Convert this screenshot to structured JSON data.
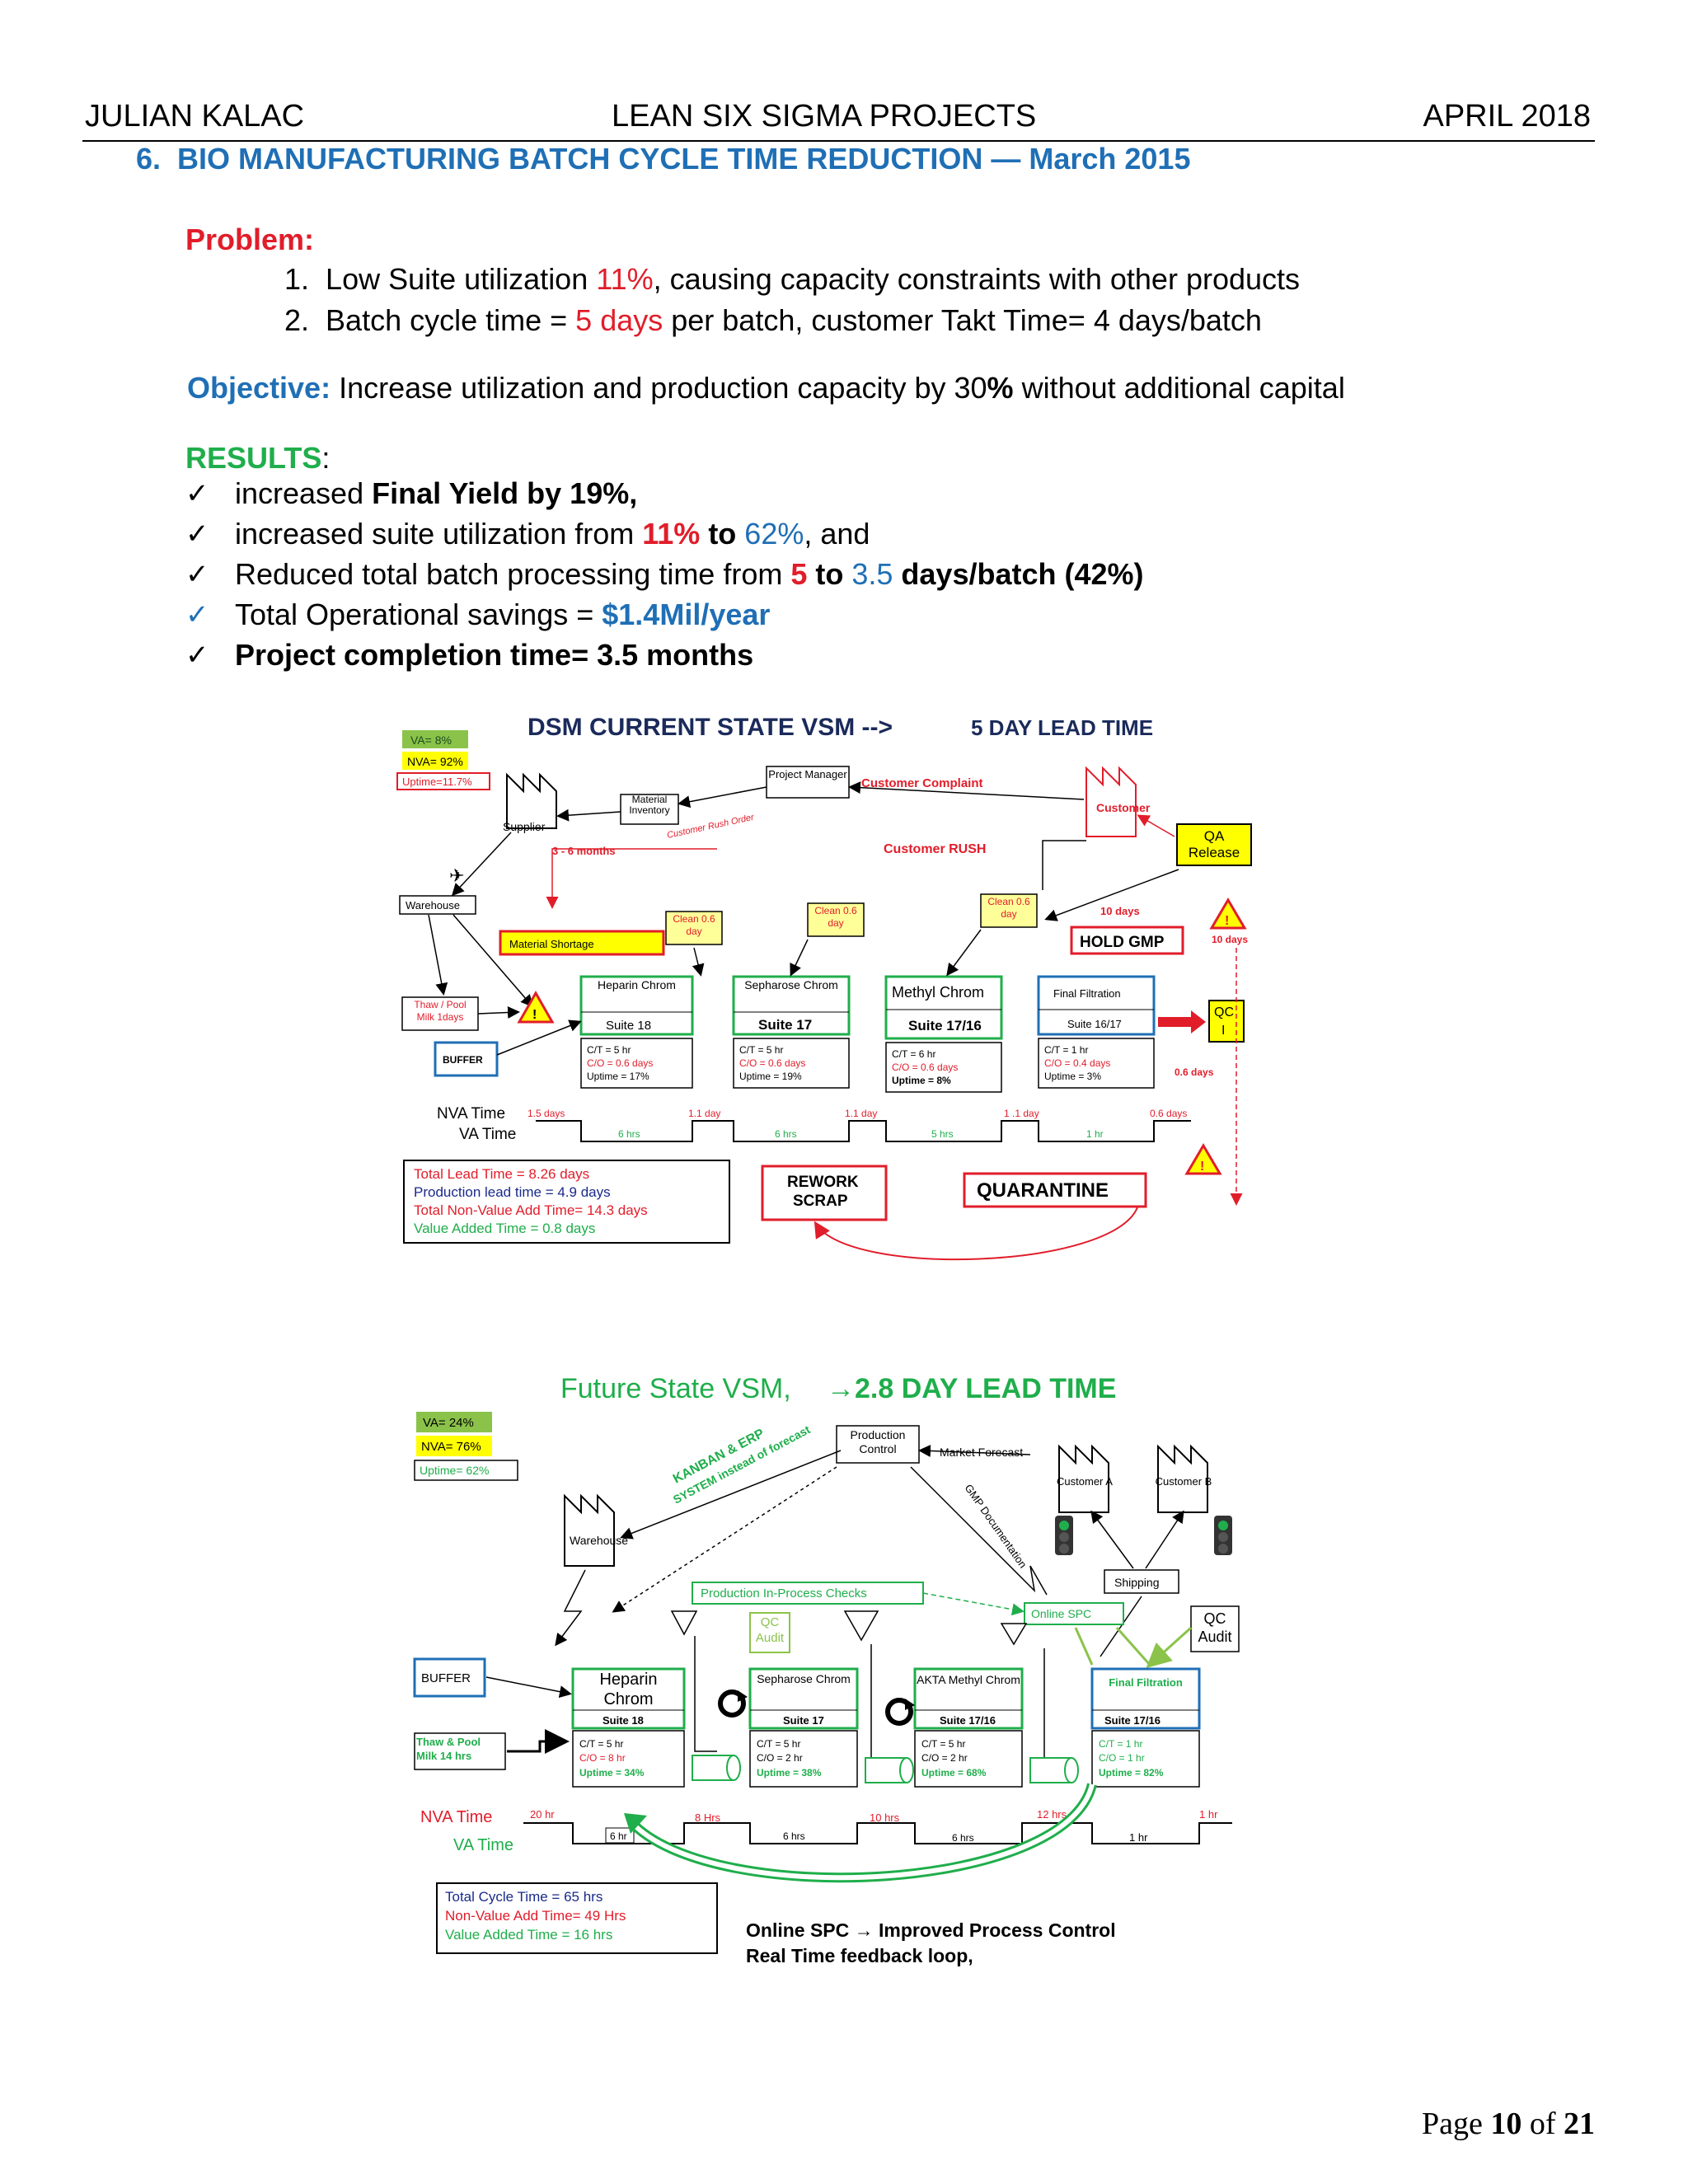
{
  "header": {
    "author": "JULIAN KALAC",
    "title": "LEAN SIX SIGMA PROJECTS",
    "date": "APRIL 2018"
  },
  "section": {
    "number": "6.",
    "title": "BIO MANUFACTURING BATCH CYCLE TIME  REDUCTION — March 2015"
  },
  "problem": {
    "label": "Problem:",
    "items": [
      {
        "num": "1.",
        "pre": "Low Suite utilization ",
        "hl": "11%",
        "post": ", causing capacity constraints with other products"
      },
      {
        "num": "2.",
        "pre": "Batch cycle time = ",
        "hl": "5 days",
        "post": " per batch, customer Takt Time=  4 days/batch"
      }
    ]
  },
  "objective": {
    "label": "Objective:",
    "pre": " Increase utilization and production capacity by 30",
    "pct": "%",
    "post": " without additional capital"
  },
  "results": {
    "label": "RESULTS",
    "colon": ":",
    "check": "✓",
    "r1": {
      "pre": "increased ",
      "bold": "Final Yield by 19%,"
    },
    "r2": {
      "pre": "increased suite utilization from ",
      "a": "11%",
      "mid": " to ",
      "b": "62%",
      "post": ", and"
    },
    "r3": {
      "pre": "Reduced total batch processing time from ",
      "a": "5",
      "mid": " to ",
      "b": "3.5",
      "post": " days/batch (42%)"
    },
    "r4": {
      "pre": "Total Operational savings = ",
      "val": "$1.4Mil/year"
    },
    "r5": {
      "text": "Project completion time= 3.5 months"
    }
  },
  "current_vsm": {
    "title": "DSM CURRENT STATE VSM -->",
    "title_suffix": "5 DAY LEAD TIME",
    "va": "VA= 8%",
    "nva": "NVA= 92%",
    "uptime": "Uptime=11.7%",
    "supplier": "Supplier",
    "material_inventory": "Material Inventory",
    "project_manager": "Project Manager",
    "customer_complaint": "Customer Complaint",
    "customer": "Customer",
    "qa_release": "QA Release",
    "customer_rush_order": "Customer Rush Order",
    "customer_rush": "Customer RUSH",
    "months": "3 - 6 months",
    "warehouse": "Warehouse",
    "material_shortage": "Material Shortage",
    "clean1": "Clean 0.6 day",
    "clean2": "Clean 0.6 day",
    "clean3": "Clean 0.6 day",
    "ten_days": "10 days",
    "ten_days_2": "10 days",
    "hold_gmp": "HOLD GMP",
    "thaw": "Thaw / Pool Milk 1days",
    "buffer": "BUFFER",
    "qc": "QC",
    "qc_i": "I",
    "half_days": "0.6 days",
    "processes": [
      {
        "name": "Heparin Chrom",
        "suite": "Suite 18",
        "ct": "C/T = 5 hr",
        "co": "C/O = 0.6 days",
        "up": "Uptime = 17%"
      },
      {
        "name": "Sepharose Chrom",
        "suite": "Suite 17",
        "ct": "C/T = 5 hr",
        "co": "C/O = 0.6 days",
        "up": "Uptime = 19%"
      },
      {
        "name": "Methyl Chrom",
        "suite": "Suite 17/16",
        "ct": "C/T = 6 hr",
        "co": "C/O = 0.6 days",
        "up": "Uptime = 8%"
      },
      {
        "name": "Final Filtration",
        "suite": "Suite 16/17",
        "ct": "C/T = 1 hr",
        "co": "C/O = 0.4 days",
        "up": "Uptime = 3%"
      }
    ],
    "nva_label": "NVA Time",
    "va_label": "VA Time",
    "nva_vals": [
      "1.5 days",
      "1.1 day",
      "1.1 day",
      "1 .1 day",
      "0.6 days"
    ],
    "va_vals": [
      "6 hrs",
      "6 hrs",
      "5 hrs",
      "1 hr"
    ],
    "summary": {
      "lead": "Total Lead Time = 8.26 days",
      "prod": "Production lead time = 4.9 days",
      "nva": "Total Non-Value Add Time= 14.3 days",
      "va": "Value Added Time = 0.8 days"
    },
    "rework": "REWORK",
    "scrap": "SCRAP",
    "quarantine": "QUARANTINE"
  },
  "future_vsm": {
    "title": "Future State VSM, ",
    "title_suffix": "→2.8 DAY LEAD TIME",
    "va": "VA= 24%",
    "nva": "NVA= 76%",
    "uptime": "Uptime= 62%",
    "kanban": "KANBAN & ERP",
    "system": "SYSTEM instead of forecast",
    "production_control": "Production Control",
    "market_forecast": "Market  Forecast",
    "gmp_doc": "GMP Documentation",
    "customer_a": "Customer A",
    "customer_b": "Customer B",
    "warehouse": "Warehouse",
    "shipping": "Shipping",
    "pipc": "Production In-Process Checks",
    "online_spc": "Online SPC",
    "qc_audit_1": "QC Audit",
    "qc_audit_2": "QC Audit",
    "buffer": "BUFFER",
    "thaw": "Thaw & Pool Milk 14 hrs",
    "processes": [
      {
        "name": "Heparin Chrom",
        "suite": "Suite 18",
        "ct": "C/T = 5 hr",
        "co": "C/O = 8 hr",
        "up": "Uptime = 34%"
      },
      {
        "name": "Sepharose Chrom",
        "suite": "Suite 17",
        "ct": "C/T = 5 hr",
        "co": "C/O = 2 hr",
        "up": "Uptime = 38%"
      },
      {
        "name": "AKTA Methyl Chrom",
        "suite": "Suite 17/16",
        "ct": "C/T = 5 hr",
        "co": "C/O = 2 hr",
        "up": "Uptime = 68%"
      },
      {
        "name": "Final Filtration",
        "suite": "Suite 17/16",
        "ct": "C/T = 1 hr",
        "co": "C/O = 1 hr",
        "up": "Uptime = 82%"
      }
    ],
    "nva_label": "NVA Time",
    "va_label": "VA Time",
    "nva_vals": [
      "20 hr",
      "8 Hrs",
      "10 hrs",
      "12 hrs",
      "1 hr"
    ],
    "va_vals": [
      "6 hr",
      "6 hrs",
      "6 hrs",
      "1 hr"
    ],
    "summary": {
      "cycle": "Total Cycle Time = 65 hrs",
      "nva": "Non-Value Add Time= 49 Hrs",
      "va": "Value Added Time = 16 hrs"
    },
    "spc_note_1": "Online SPC → Improved Process Control",
    "spc_note_2": "Real Time feedback loop,"
  },
  "footer": {
    "page_word": "Page ",
    "page": "10",
    "of": " of ",
    "total": "21"
  }
}
